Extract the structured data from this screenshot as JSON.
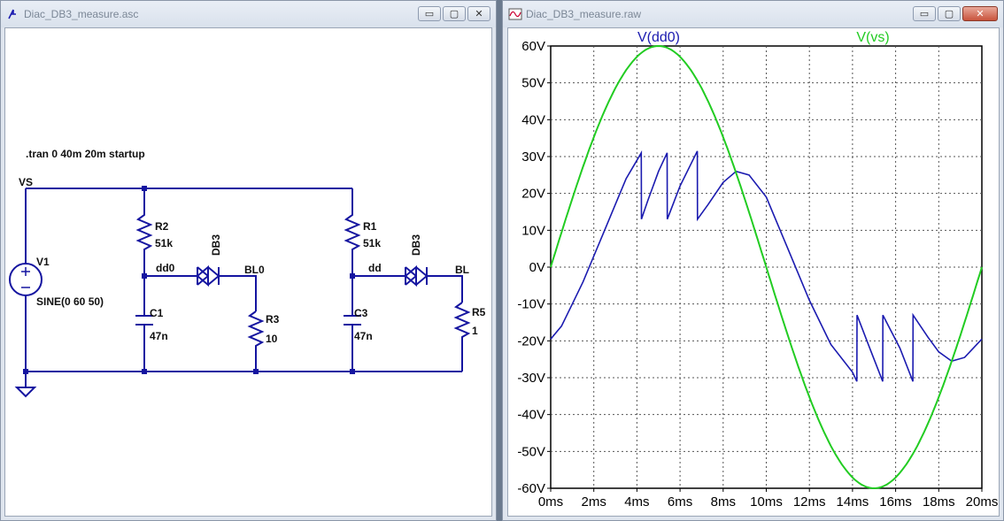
{
  "schematic_window": {
    "title": "Diac_DB3_measure.asc",
    "icon": "schematic-icon",
    "minimize": "▭",
    "maximize": "▢",
    "close": "✕",
    "directive": ".tran 0 40m 20m startup",
    "labels": {
      "vs": "VS",
      "v1_name": "V1",
      "v1_value": "SINE(0 60 50)",
      "r2_name": "R2",
      "r2_value": "51k",
      "dd0": "dd0",
      "diac1": "DB3",
      "bl0": "BL0",
      "c1_name": "C1",
      "c1_value": "47n",
      "r3_name": "R3",
      "r3_value": "10",
      "r1_name": "R1",
      "r1_value": "51k",
      "dd": "dd",
      "diac2": "DB3",
      "bl": "BL",
      "r5_name": "R5",
      "r5_value": "1",
      "c3_name": "C3",
      "c3_value": "47n"
    }
  },
  "waveform_window": {
    "title": "Diac_DB3_measure.raw",
    "icon": "waveform-icon",
    "minimize": "▭",
    "maximize": "▢",
    "close": "✕"
  },
  "chart_data": {
    "type": "line",
    "x_unit": "ms",
    "y_unit": "V",
    "xlim": [
      0,
      20
    ],
    "ylim": [
      -60,
      60
    ],
    "x_ticks": [
      "0ms",
      "2ms",
      "4ms",
      "6ms",
      "8ms",
      "10ms",
      "12ms",
      "14ms",
      "16ms",
      "18ms",
      "20ms"
    ],
    "y_ticks": [
      "60V",
      "50V",
      "40V",
      "30V",
      "20V",
      "10V",
      "0V",
      "-10V",
      "-20V",
      "-30V",
      "-40V",
      "-50V",
      "-60V"
    ],
    "grid": true,
    "series": [
      {
        "name": "V(dd0)",
        "color": "#1b1bb0",
        "x": [
          0,
          0.5,
          1,
          1.5,
          2,
          2.5,
          3,
          3.5,
          4,
          4.2,
          4.21,
          4.5,
          5,
          5.4,
          5.41,
          6,
          6.8,
          6.81,
          7.3,
          8,
          8.6,
          9.2,
          10,
          11,
          12,
          13,
          14,
          14.2,
          14.21,
          14.8,
          15.4,
          15.41,
          16.2,
          16.8,
          16.81,
          17.5,
          18,
          18.6,
          19.2,
          20
        ],
        "values": [
          -19.5,
          -16,
          -10,
          -4,
          3,
          10,
          17,
          24,
          29,
          31,
          13,
          18,
          26,
          31,
          13,
          22,
          31.5,
          13,
          17,
          23,
          26,
          25,
          19,
          5,
          -9,
          -21,
          -28.5,
          -31,
          -13,
          -22,
          -31,
          -13,
          -22,
          -31,
          -13,
          -19,
          -23,
          -25.5,
          -24.5,
          -19.5
        ]
      },
      {
        "name": "V(vs)",
        "color": "#22cc22",
        "function": "60*sin(2*pi*50*t)",
        "values_sampled_every_1ms": [
          0,
          18.5,
          35.3,
          48.5,
          57.1,
          60,
          57.1,
          48.5,
          35.3,
          18.5,
          0,
          -18.5,
          -35.3,
          -48.5,
          -57.1,
          -60,
          -57.1,
          -48.5,
          -35.3,
          -18.5,
          0
        ]
      }
    ]
  }
}
